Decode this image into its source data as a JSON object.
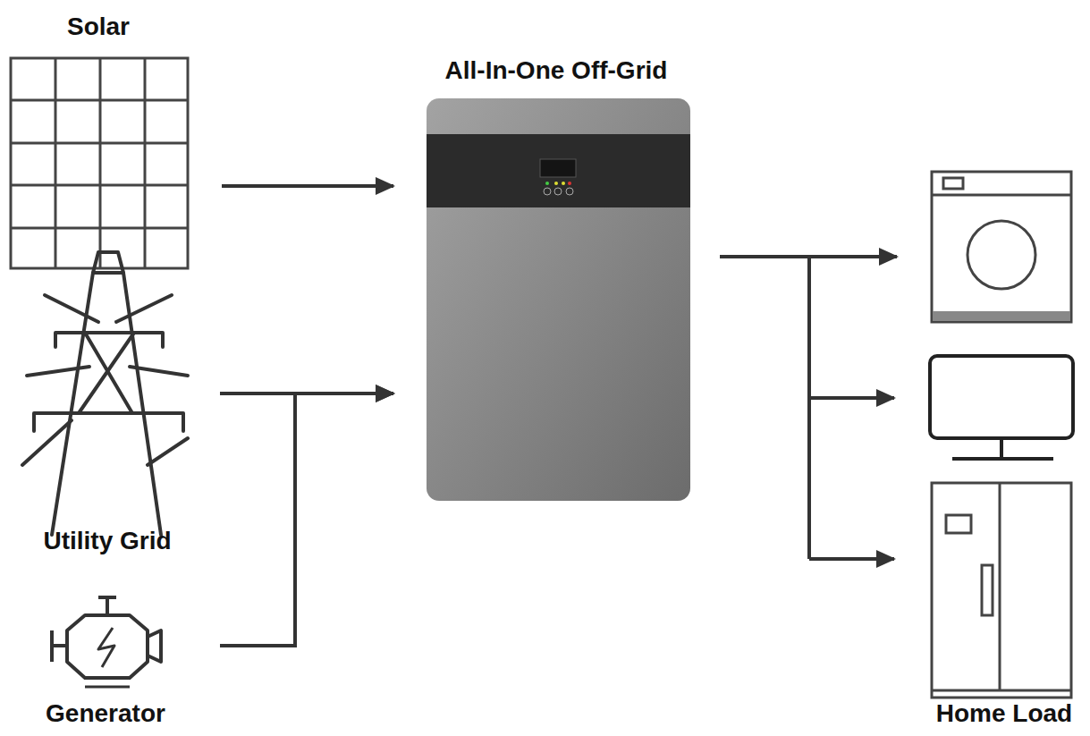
{
  "diagram": {
    "nodes": [
      {
        "text": [
          "Solar"
        ]
      },
      {
        "text": [
          "Utility Grid"
        ]
      },
      {
        "text": [
          "Generator"
        ]
      },
      {
        "text": [
          "All-In-One Off-Grid"
        ]
      },
      {
        "text": [
          "Home Load"
        ]
      }
    ],
    "edges": [
      {
        "from": 0,
        "to": 3,
        "arrow": "to"
      },
      {
        "from": 1,
        "to": 3,
        "arrow": "to"
      },
      {
        "from": 2,
        "to": 3,
        "arrow": "to"
      },
      {
        "from": 3,
        "to": 4,
        "arrow": "to"
      }
    ]
  }
}
